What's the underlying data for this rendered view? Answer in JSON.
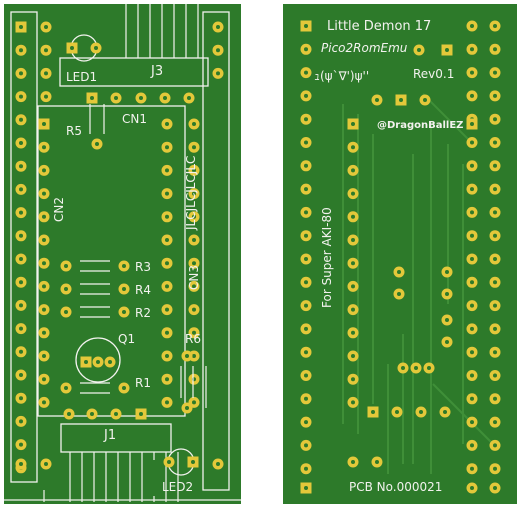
{
  "front": {
    "labels": {
      "led1": "LED1",
      "j3": "J3",
      "r5": "R5",
      "cn1": "CN1",
      "cn2": "CN2",
      "jlc": "JLCJLCJLCJLC",
      "r3": "R3",
      "r4": "R4",
      "r2": "R2",
      "cn3": "CN3",
      "q1": "Q1",
      "r6": "R6",
      "r1": "R1",
      "j1": "J1",
      "led2": "LED2"
    }
  },
  "back": {
    "title": "Little Demon 17",
    "project": "Pico2RomEmu",
    "emoticon": "ｭ(ψ`∇')ψ''",
    "revision": "Rev0.1",
    "handle": "@DragonBallEZ",
    "target": "For Super AKI-80",
    "pcb_number": "PCB No.000021"
  },
  "colors": {
    "board": "#2d7a2a",
    "copper": "#e3c83a",
    "silkscreen": "#f2f2ee",
    "trace": "#3f8f38"
  }
}
